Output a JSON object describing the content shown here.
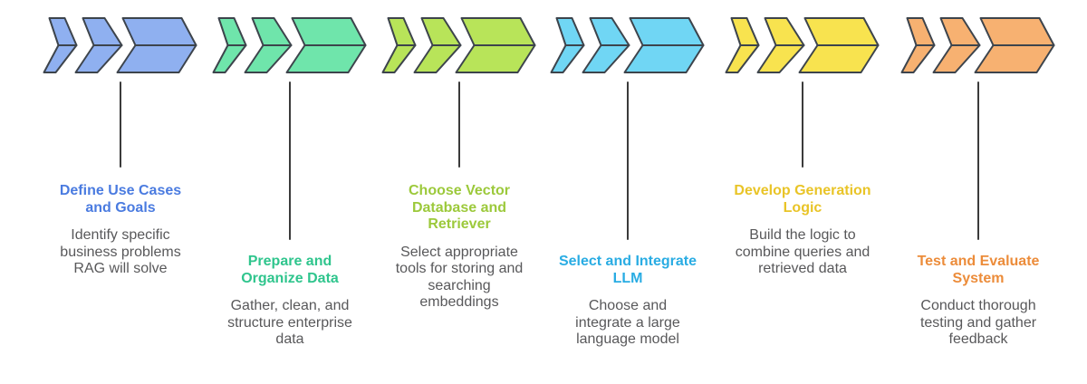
{
  "diagram": {
    "name": "RAG implementation process flow",
    "background": "#ffffff"
  },
  "colors": {
    "outline": "#3d444c",
    "connector_line": "#3b3b3b",
    "description_text": "#58585a"
  },
  "icons": {
    "step_marker": "triple-chevron-arrow-right-icon"
  },
  "steps": [
    {
      "title": "Define Use Cases\nand Goals",
      "description": "Identify specific\nbusiness problems\nRAG will solve",
      "title_color": "#4a7be0",
      "arrow_fill": "#8fb0f0"
    },
    {
      "title": "Prepare and\nOrganize Data",
      "description": "Gather, clean, and\nstructure enterprise\ndata",
      "title_color": "#2fc58d",
      "arrow_fill": "#6fe5ab"
    },
    {
      "title": "Choose Vector\nDatabase and\nRetriever",
      "description": "Select appropriate\ntools for storing and\nsearching\nembeddings",
      "title_color": "#9cc93b",
      "arrow_fill": "#b8e459"
    },
    {
      "title": "Select and Integrate\nLLM",
      "description": "Choose and\nintegrate a large\nlanguage model",
      "title_color": "#29ace3",
      "arrow_fill": "#70d6f4"
    },
    {
      "title": "Develop Generation\nLogic",
      "description": "Build the logic to\ncombine queries and\nretrieved data",
      "title_color": "#e9c427",
      "arrow_fill": "#f8e34f"
    },
    {
      "title": "Test and Evaluate\nSystem",
      "description": "Conduct thorough\ntesting and gather\nfeedback",
      "title_color": "#ec8c3a",
      "arrow_fill": "#f7b171"
    }
  ]
}
